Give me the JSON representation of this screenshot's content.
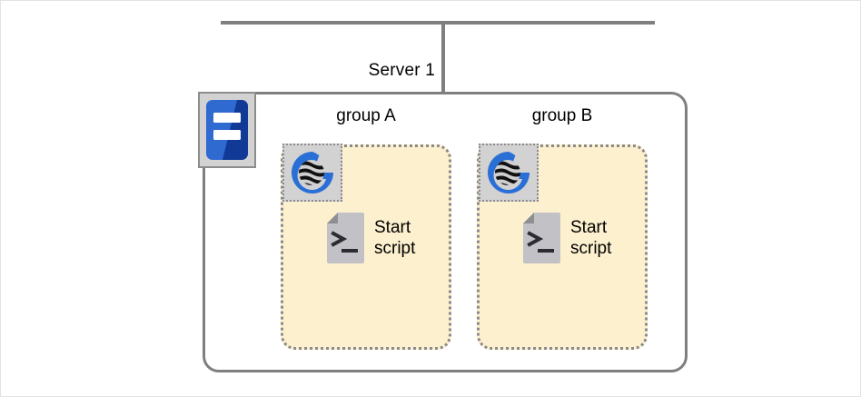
{
  "diagram": {
    "title": "Server 1",
    "topology": {
      "bus_line": "horizontal-network-bus",
      "drop_line": "server-drop-connector"
    },
    "server": {
      "label": "Server 1",
      "icon": "server-icon"
    },
    "groups": [
      {
        "id": "group-a",
        "label": "group A",
        "instance_icon": "glassfish-instance-icon",
        "script": {
          "icon": "terminal-script-icon",
          "line1": "Start",
          "line2": "script"
        }
      },
      {
        "id": "group-b",
        "label": "group B",
        "instance_icon": "glassfish-instance-icon",
        "script": {
          "icon": "terminal-script-icon",
          "line1": "Start",
          "line2": "script"
        }
      }
    ],
    "colors": {
      "line": "#7f7f7f",
      "group_fill": "#fdf0ce",
      "group_border": "#8a8a8a",
      "badge_fill": "#d2d2d2",
      "server_box_border": "#7f7f7f",
      "instance_blue": "#2a6fd6",
      "server_blue": "#1a56c4",
      "script_gray": "#c2c2c6",
      "text": "#000000"
    }
  }
}
